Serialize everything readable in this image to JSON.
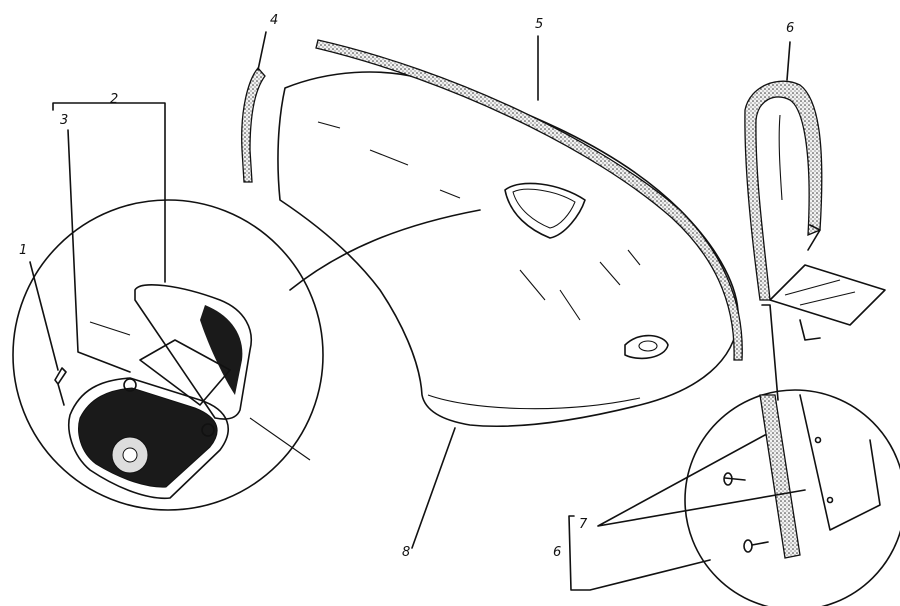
{
  "callouts": {
    "c1": "1",
    "c2": "2",
    "c3": "3",
    "c4": "4",
    "c5": "5",
    "c6_top": "6",
    "c7": "7",
    "c6_bottom": "6",
    "c8": "8"
  },
  "colors": {
    "ink": "#111111",
    "paper": "#ffffff"
  }
}
